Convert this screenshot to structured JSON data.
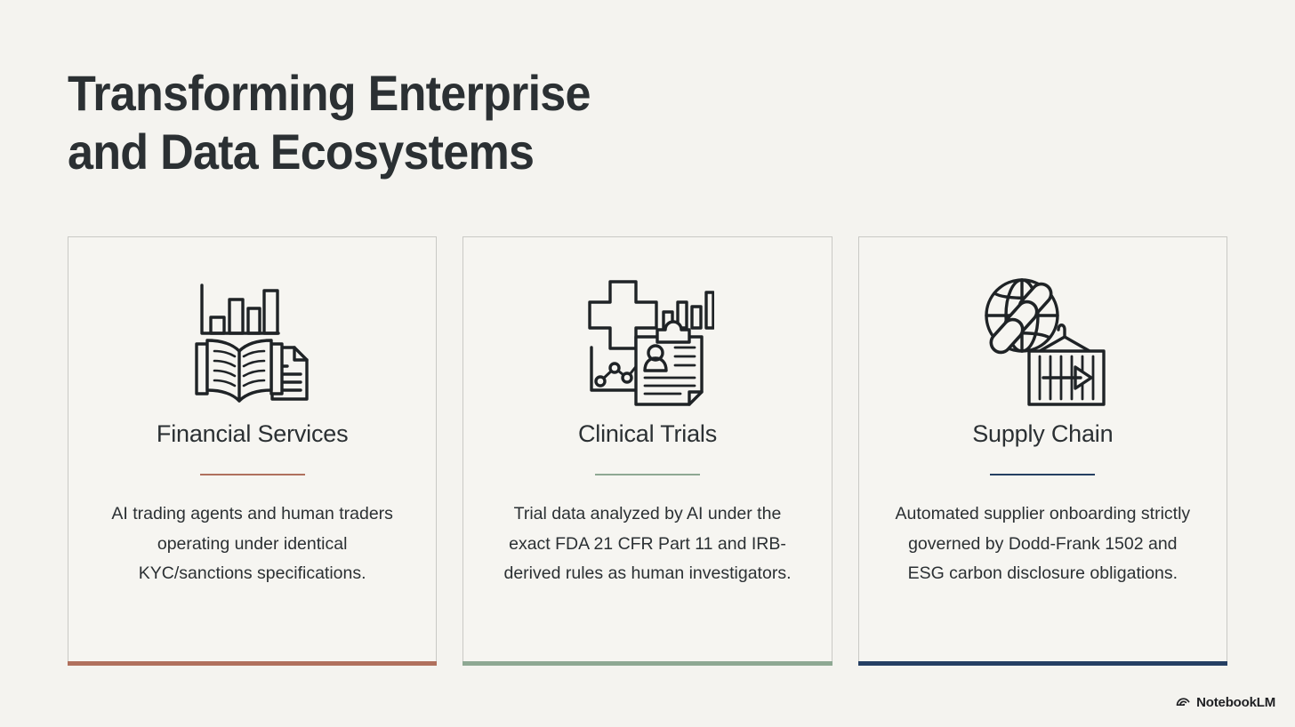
{
  "slide": {
    "title_line1": "Transforming Enterprise",
    "title_line2": "and Data Ecosystems",
    "background_color": "#f4f3ef",
    "text_color": "#2b3033"
  },
  "cards": [
    {
      "title": "Financial Services",
      "body": "AI trading agents and human traders operating under identical KYC/sanctions specifications.",
      "accent_color": "#b0705d",
      "icon_name": "bar-chart-book-document-icon"
    },
    {
      "title": "Clinical Trials",
      "body": "Trial data analyzed by AI under the exact FDA 21 CFR Part 11 and IRB-derived rules as human investigators.",
      "accent_color": "#8ea893",
      "icon_name": "medical-cross-clipboard-chart-icon"
    },
    {
      "title": "Supply Chain",
      "body": "Automated supplier onboarding strictly governed by Dodd-Frank 1502 and ESG carbon disclosure obligations.",
      "accent_color": "#253f63",
      "icon_name": "globe-chain-shipping-container-icon"
    }
  ],
  "footer": {
    "brand": "NotebookLM",
    "logo_icon": "notebooklm-arc-logo-icon"
  }
}
